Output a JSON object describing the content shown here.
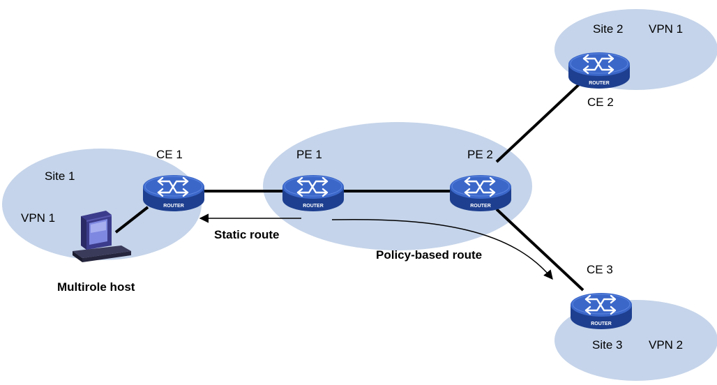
{
  "colors": {
    "site_fill": "#c5d4ea",
    "router_top": "#3b67c9",
    "router_side": "#1e3f8f",
    "link": "#000000",
    "arrow": "#000000"
  },
  "router_badge_text": "ROUTER",
  "sites": {
    "site1": {
      "name": "Site 1",
      "vpn": "VPN 1"
    },
    "site2": {
      "name": "Site 2",
      "vpn": "VPN 1"
    },
    "site3": {
      "name": "Site 3",
      "vpn": "VPN 2"
    }
  },
  "devices": {
    "ce1": {
      "label": "CE 1",
      "icon": "router-icon"
    },
    "pe1": {
      "label": "PE 1",
      "icon": "router-icon"
    },
    "pe2": {
      "label": "PE 2",
      "icon": "router-icon"
    },
    "ce2": {
      "label": "CE 2",
      "icon": "router-icon"
    },
    "ce3": {
      "label": "CE 3",
      "icon": "router-icon"
    },
    "host": {
      "label": "Multirole host",
      "icon": "computer-icon"
    }
  },
  "routes": {
    "static": "Static route",
    "policy": "Policy-based route"
  }
}
